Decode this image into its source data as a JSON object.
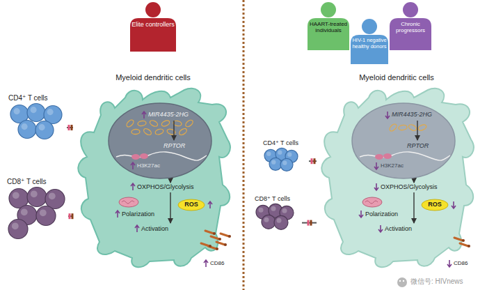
{
  "diagram": {
    "nodes": [
      {
        "text": [
          "Elite controllers"
        ]
      },
      {
        "text": [
          "Myeloid dendritic cells",
          "OXPHOS/Glycolysis",
          "Polarization",
          "Activation",
          "CD86"
        ]
      },
      {
        "text": [
          "MIR4435-2HG",
          "RPTOR",
          "H3K27ac"
        ],
        "in": 1
      },
      {
        "text": [
          "ROS"
        ],
        "in": 1
      },
      {
        "text": [
          "CD4⁺ T cells"
        ]
      },
      {
        "text": [
          "CD8⁺ T cells"
        ]
      },
      {
        "text": [
          "HAART-treated individuals"
        ]
      },
      {
        "text": [
          "HIV-1 negative healthy donors"
        ]
      },
      {
        "text": [
          "Chronic progressors"
        ]
      },
      {
        "text": [
          "Myeloid dendritic cells",
          "OXPHOS/Glycolysis",
          "Polarization",
          "Activation",
          "CD86"
        ]
      },
      {
        "text": [
          "MIR4435-2HG",
          "RPTOR",
          "H3K27ac"
        ],
        "in": 9
      },
      {
        "text": [
          "ROS"
        ],
        "in": 9
      },
      {
        "text": [
          "CD4⁺ T cells"
        ]
      },
      {
        "text": [
          "CD8⁺ T cells"
        ]
      }
    ],
    "edges": [
      {
        "from": 4,
        "to": 1,
        "arrow": "none"
      },
      {
        "from": 5,
        "to": 1,
        "arrow": "none"
      },
      {
        "from": 12,
        "to": 9,
        "arrow": "none"
      },
      {
        "from": 13,
        "to": 9,
        "arrow": "none"
      }
    ],
    "labels": [
      "微信号: HIVnews"
    ]
  }
}
